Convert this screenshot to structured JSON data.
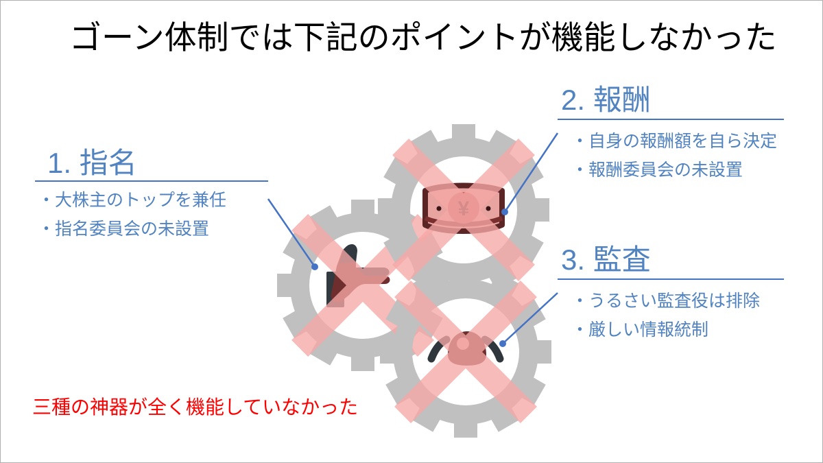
{
  "slide": {
    "title": "ゴーン体制では下記のポイントが機能しなかった",
    "conclusion": "三種の神器が全く機能していなかった",
    "background_color": "#FFFFFF",
    "accent_blue": "#4472C4",
    "text_blue": "#5183C0",
    "conclusion_color": "#FF0000",
    "gear_gray": "#C0C0C0",
    "cross_pink": "#F6A8A6",
    "icon_dark_red": "#6E2E2E",
    "icon_charcoal": "#323A40"
  },
  "callouts": [
    {
      "id": 1,
      "heading": "1. 指名",
      "bullets": [
        "・大株主のトップを兼任",
        "・指名委員会の未設置"
      ],
      "icon_name": "pointing-hand-icon",
      "status": "crossed-out"
    },
    {
      "id": 2,
      "heading": "2. 報酬",
      "bullets": [
        "・自身の報酬額を自ら決定",
        "・報酬委員会の未設置"
      ],
      "icon_name": "yen-banknote-icon",
      "status": "crossed-out"
    },
    {
      "id": 3,
      "heading": "3. 監査",
      "bullets": [
        "・うるさい監査役は排除",
        "・厳しい情報統制"
      ],
      "icon_name": "eye-icon",
      "status": "crossed-out"
    }
  ],
  "gears": [
    {
      "name": "gear-nomination",
      "icon": "pointing-hand-icon"
    },
    {
      "name": "gear-remuneration",
      "icon": "yen-banknote-icon"
    },
    {
      "name": "gear-audit",
      "icon": "eye-icon"
    }
  ]
}
